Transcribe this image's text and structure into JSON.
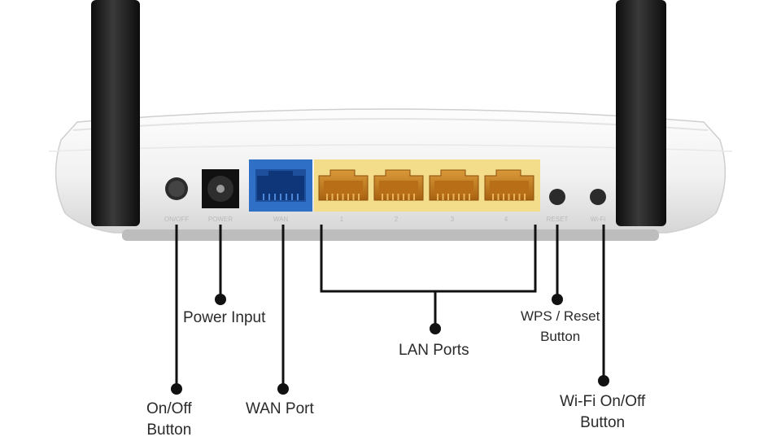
{
  "device": {
    "port_labels": [
      "ON/OFF",
      "POWER",
      "WAN",
      "1",
      "2",
      "3",
      "4",
      "RESET",
      "Wi-Fi"
    ],
    "colors": {
      "body": "#f3f3f3",
      "antenna": "#1c1c1c",
      "wan_panel": "#2f6fc6",
      "lan_panel": "#f3dc8a",
      "lan_jack": "#c77a1d",
      "leader_line": "#111111"
    },
    "icons": [
      "antenna-left",
      "antenna-right",
      "power-button",
      "dc-jack",
      "wan-jack",
      "lan-jack",
      "wps-button",
      "wifi-button"
    ]
  },
  "callouts": {
    "power_input": "Power Input",
    "lan_ports": "LAN Ports",
    "wps_reset_line1": "WPS / Reset",
    "wps_reset_line2": "Button",
    "onoff_line1": "On/Off",
    "onoff_line2": "Button",
    "wan_port": "WAN Port",
    "wifi_onoff_line1": "Wi-Fi On/Off",
    "wifi_onoff_line2": "Button"
  }
}
